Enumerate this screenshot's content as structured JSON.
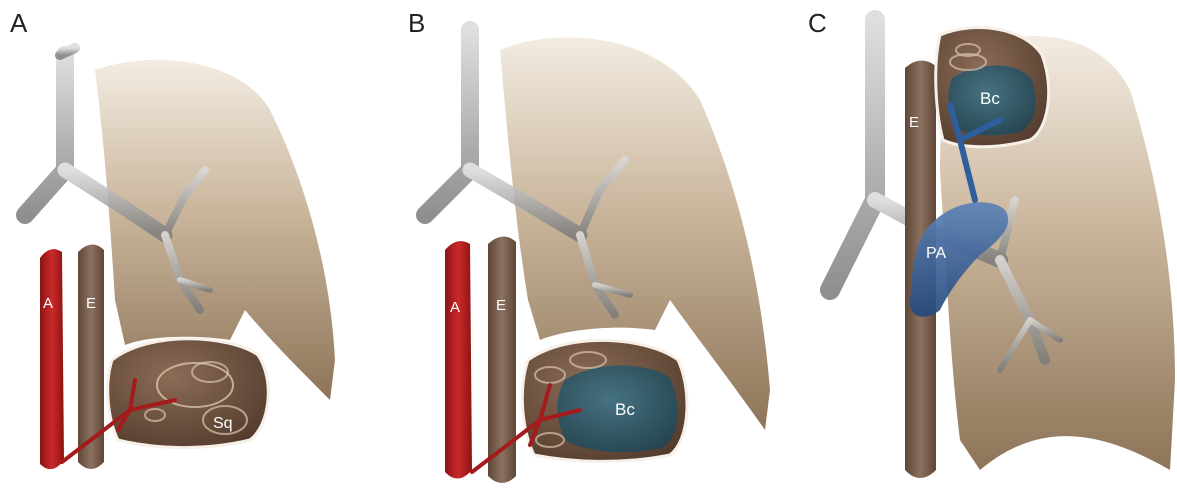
{
  "panels": [
    {
      "letter": "A",
      "labels": {
        "aorta": "A",
        "esophagus": "E",
        "lesion": "Sq"
      }
    },
    {
      "letter": "B",
      "labels": {
        "aorta": "A",
        "esophagus": "E",
        "lesion": "Bc"
      }
    },
    {
      "letter": "C",
      "labels": {
        "esophagus": "E",
        "lesion": "Bc",
        "pulmonary_artery": "PA"
      }
    }
  ],
  "colors": {
    "lung": "#cdbba3",
    "trachea": "#9a9a9a",
    "aorta": "#b01f1f",
    "esophagus": "#7a5f4c",
    "lesion": "#6e5140",
    "cyst": "#2f5e6e",
    "pulmonary_artery": "#2f5e9c"
  }
}
